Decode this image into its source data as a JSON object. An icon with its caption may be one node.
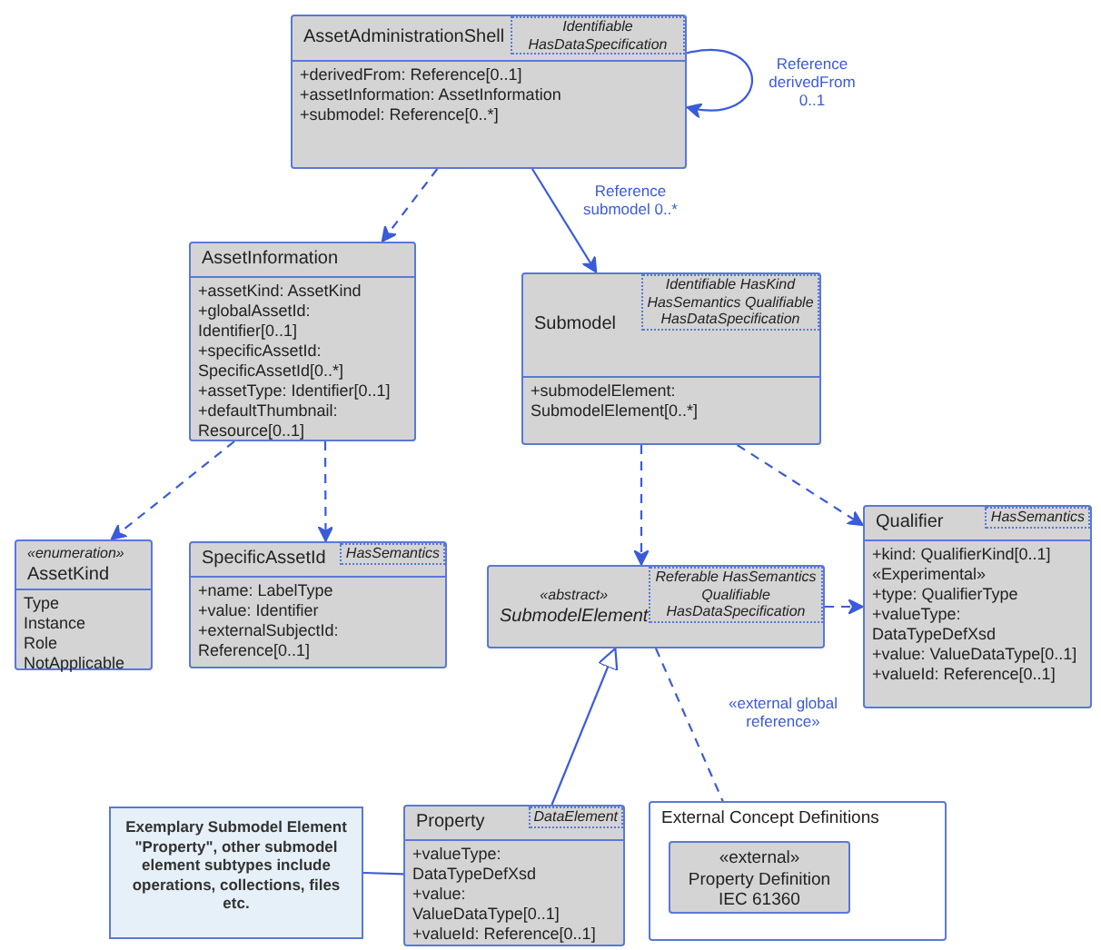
{
  "diagram": {
    "nodes": [
      {
        "text": [
          "AssetAdministrationShell",
          "Identifiable HasDataSpecification",
          "+derivedFrom: Reference[0..1]",
          "+assetInformation: AssetInformation",
          "+submodel: Reference[0..*]"
        ]
      },
      {
        "text": [
          "AssetInformation",
          "+assetKind: AssetKind",
          "+globalAssetId: Identifier[0..1]",
          "+specificAssetId: SpecificAssetId[0..*]",
          "+assetType: Identifier[0..1]",
          "+defaultThumbnail: Resource[0..1]"
        ]
      },
      {
        "text": [
          "Submodel",
          "Identifiable HasKind HasSemantics Qualifiable HasDataSpecification",
          "+submodelElement: SubmodelElement[0..*]"
        ]
      },
      {
        "text": [
          "«enumeration»",
          "AssetKind",
          "Type",
          "Instance",
          "Role",
          "NotApplicable"
        ]
      },
      {
        "text": [
          "SpecificAssetId",
          "HasSemantics",
          "+name: LabelType",
          "+value: Identifier",
          "+externalSubjectId: Reference[0..1]"
        ]
      },
      {
        "text": [
          "«abstract»",
          "SubmodelElement",
          "Referable HasSemantics Qualifiable HasDataSpecification"
        ]
      },
      {
        "text": [
          "Qualifier",
          "HasSemantics",
          "+kind: QualifierKind[0..1]",
          "«Experimental»",
          "+type: QualifierType",
          "+valueType: DataTypeDefXsd",
          "+value: ValueDataType[0..1]",
          "+valueId: Reference[0..1]"
        ]
      },
      {
        "text": [
          "Exemplary Submodel Element \"Property\", other submodel element subtypes include operations, collections, files etc."
        ]
      },
      {
        "text": [
          "Property",
          "DataElement",
          "+valueType: DataTypeDefXsd",
          "+value: ValueDataType[0..1]",
          "+valueId: Reference[0..1]"
        ]
      },
      {
        "text": [
          "External Concept Definitions"
        ]
      },
      {
        "text": [
          "«external»",
          "Property Definition IEC 61360"
        ],
        "in": 9
      }
    ],
    "edges": [
      {
        "from": 0,
        "to": 0,
        "arrow": "to",
        "label": "Reference derivedFrom 0..1"
      },
      {
        "from": 0,
        "to": 1,
        "arrow": "to",
        "style": "dashed"
      },
      {
        "from": 0,
        "to": 2,
        "arrow": "to",
        "label": "Reference submodel 0..*"
      },
      {
        "from": 1,
        "to": 3,
        "arrow": "to",
        "style": "dashed"
      },
      {
        "from": 1,
        "to": 4,
        "arrow": "to",
        "style": "dashed"
      },
      {
        "from": 2,
        "to": 5,
        "arrow": "to",
        "style": "dashed"
      },
      {
        "from": 2,
        "to": 6,
        "arrow": "to",
        "style": "dashed"
      },
      {
        "from": 5,
        "to": 6,
        "arrow": "to",
        "style": "dashed"
      },
      {
        "from": 8,
        "to": 5,
        "arrow": "to"
      },
      {
        "from": 5,
        "to": 10,
        "arrow": "to",
        "style": "dashed",
        "label": "«external global reference»"
      },
      {
        "from": 7,
        "to": 8,
        "arrow": "none"
      }
    ]
  }
}
